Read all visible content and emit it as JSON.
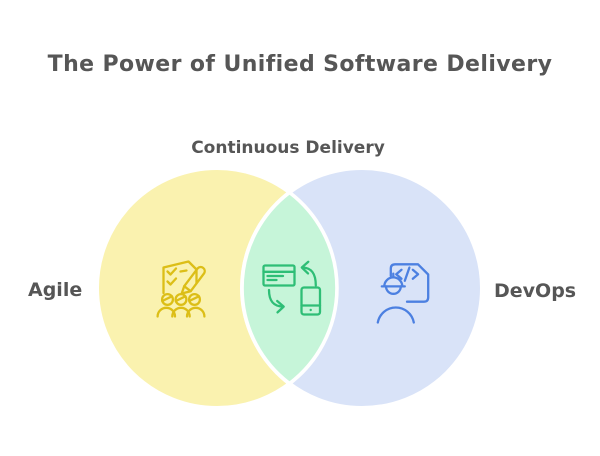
{
  "title": "The Power of Unified Software Delivery",
  "diagram": {
    "type": "venn",
    "circle_border_color": "#FFFFFF",
    "sets": [
      {
        "label": "Agile",
        "side": "left",
        "fill": "#FAF2AF",
        "icon": "team-checklist-icon",
        "icon_color": "#DCBE17"
      },
      {
        "label": "DevOps",
        "side": "right",
        "fill": "#D9E3F8",
        "icon": "engineer-code-icon",
        "icon_color": "#4C80E1"
      }
    ],
    "overlap": {
      "label": "Continuous Delivery",
      "fill": "#C6F5D9",
      "icon": "web-mobile-sync-icon",
      "icon_color": "#2EBE76"
    }
  },
  "colors": {
    "background": "#FFFFFF",
    "text": "#565656"
  }
}
